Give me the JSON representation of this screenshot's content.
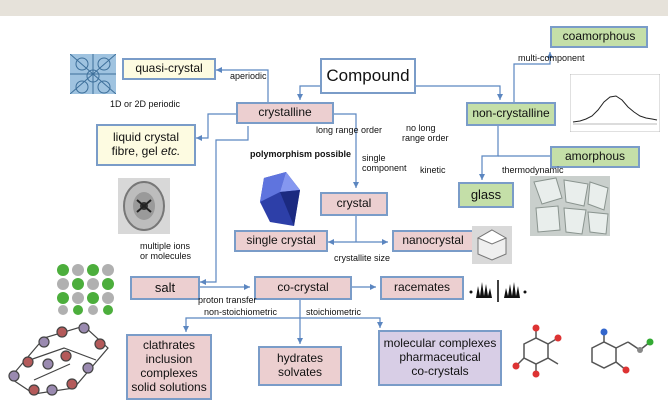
{
  "nodes": {
    "compound": "Compound",
    "crystalline": "crystalline",
    "non_crystalline": "non-crystalline",
    "quasi_crystal": "quasi-crystal",
    "liquid_crystal_line1": "liquid crystal",
    "liquid_crystal_line2_a": "fibre, gel ",
    "liquid_crystal_line2_b": "etc.",
    "coamorphous": "coamorphous",
    "amorphous": "amorphous",
    "glass": "glass",
    "crystal": "crystal",
    "single_crystal": "single crystal",
    "nanocrystal": "nanocrystal",
    "salt": "salt",
    "co_crystal": "co-crystal",
    "racemates": "racemates",
    "clathrates": [
      "clathrates",
      "inclusion",
      "complexes",
      "solid solutions"
    ],
    "hydrates": [
      "hydrates",
      "solvates"
    ],
    "molecular_complexes": [
      "molecular complexes",
      "pharmaceutical",
      "co-crystals"
    ]
  },
  "labels": {
    "aperiodic": "aperiodic",
    "periodic_1d2d": "1D or 2D periodic",
    "long_range_order": "long range order",
    "no_long_range_order_1": "no long",
    "no_long_range_order_2": "range order",
    "multi_component": "multi-component",
    "kinetic": "kinetic",
    "thermodynamic": "thermodynamic",
    "polymorphism_possible": "polymorphism possible",
    "single_component_1": "single",
    "single_component_2": "component",
    "crystallite_size": "crystallite size",
    "multiple_ions_1": "multiple ions",
    "multiple_ions_2": "or molecules",
    "proton_transfer": "proton transfer",
    "non_stoichiometric": "non-stoichiometric",
    "stoichiometric": "stoichiometric"
  },
  "colors": {
    "pink": "#eccfd0",
    "yellow": "#fdfbe1",
    "green": "#c4dfa8",
    "purple": "#d8cee6",
    "border": "#7a9cc8",
    "arrow": "#5b86c0"
  },
  "images": [
    "quasi-crystal-tiling-image",
    "liquid-crystal-diffraction-image",
    "gemstone-crystal-image",
    "xrd-pattern-image",
    "glass-shards-image",
    "nanocrystal-image",
    "ionic-lattice-image",
    "clathrate-model-image",
    "molecule-models-image",
    "handprint-symbols-image"
  ]
}
